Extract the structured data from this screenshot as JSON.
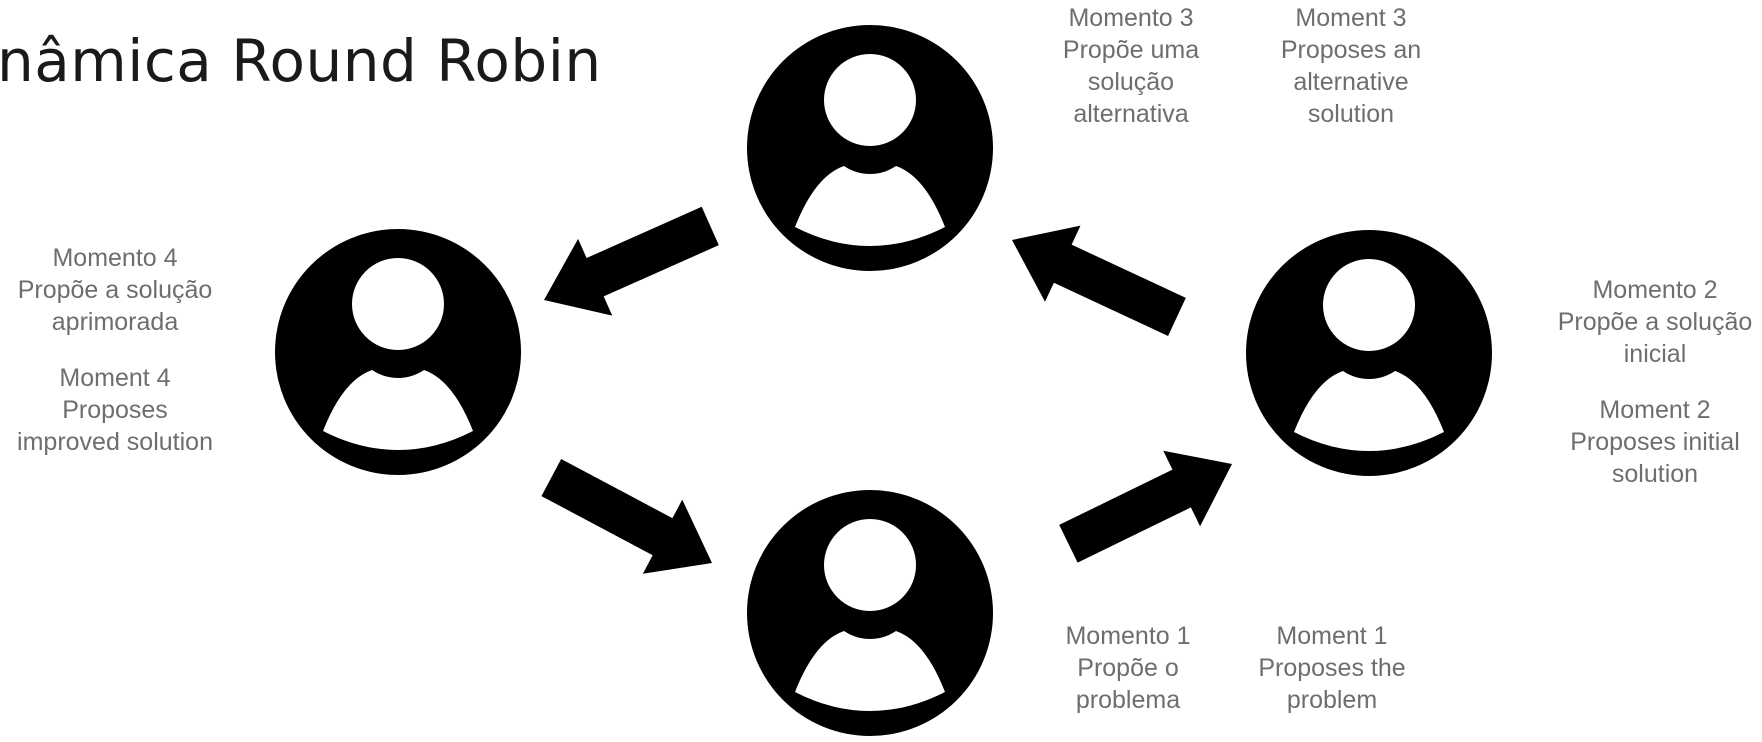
{
  "title": "nâmica Round Robin",
  "colors": {
    "figure": "#000000",
    "label": "#6e6e6e",
    "title": "#1a1a1a"
  },
  "participants": [
    {
      "id": "top",
      "icon": "person-icon"
    },
    {
      "id": "left",
      "icon": "person-icon"
    },
    {
      "id": "right",
      "icon": "person-icon"
    },
    {
      "id": "bottom",
      "icon": "person-icon"
    }
  ],
  "labels": {
    "m1_pt": [
      "Momento 1",
      "Propõe o",
      "problema"
    ],
    "m1_en": [
      "Moment 1",
      "Proposes the",
      "problem"
    ],
    "m2_pt": [
      "Momento 2",
      "Propõe a solução",
      "inicial"
    ],
    "m2_en": [
      "Moment 2",
      "Proposes initial",
      "solution"
    ],
    "m3_pt": [
      "Momento 3",
      "Propõe uma",
      "solução",
      "alternativa"
    ],
    "m3_en": [
      "Moment 3",
      "Proposes an",
      "alternative",
      "solution"
    ],
    "m4_pt": [
      "Momento 4",
      "Propõe a solução",
      "aprimorada"
    ],
    "m4_en": [
      "Moment 4",
      "Proposes",
      "improved solution"
    ]
  }
}
